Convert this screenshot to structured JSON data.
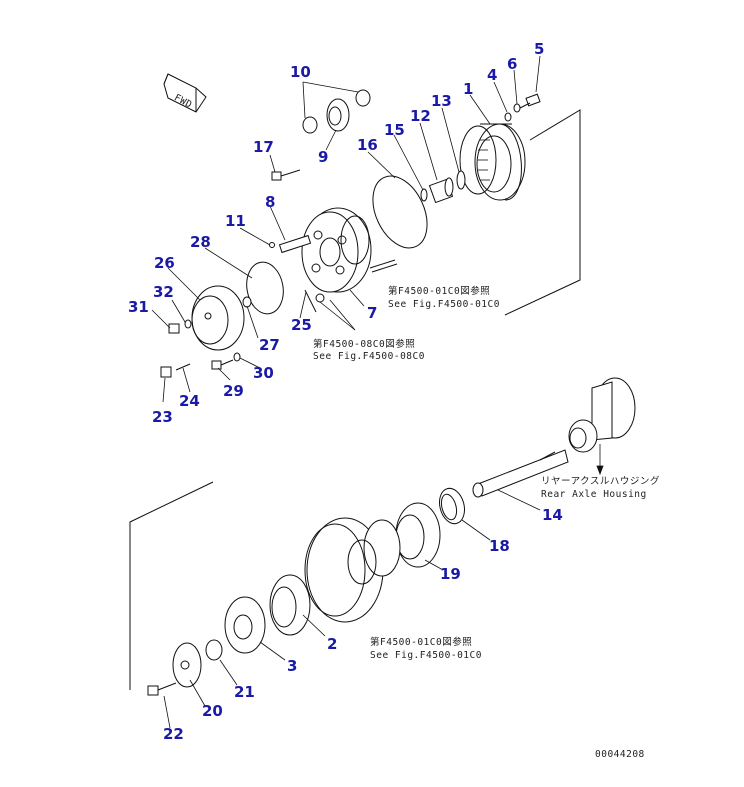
{
  "fwd_label": "FWD",
  "callouts": [
    {
      "id": "p1",
      "text": "1"
    },
    {
      "id": "p2",
      "text": "2"
    },
    {
      "id": "p3",
      "text": "3"
    },
    {
      "id": "p4",
      "text": "4"
    },
    {
      "id": "p5",
      "text": "5"
    },
    {
      "id": "p6",
      "text": "6"
    },
    {
      "id": "p7",
      "text": "7"
    },
    {
      "id": "p8",
      "text": "8"
    },
    {
      "id": "p9",
      "text": "9"
    },
    {
      "id": "p10",
      "text": "10"
    },
    {
      "id": "p11",
      "text": "11"
    },
    {
      "id": "p12",
      "text": "12"
    },
    {
      "id": "p13",
      "text": "13"
    },
    {
      "id": "p14",
      "text": "14"
    },
    {
      "id": "p15",
      "text": "15"
    },
    {
      "id": "p16",
      "text": "16"
    },
    {
      "id": "p17",
      "text": "17"
    },
    {
      "id": "p18",
      "text": "18"
    },
    {
      "id": "p19",
      "text": "19"
    },
    {
      "id": "p20",
      "text": "20"
    },
    {
      "id": "p21",
      "text": "21"
    },
    {
      "id": "p22",
      "text": "22"
    },
    {
      "id": "p23",
      "text": "23"
    },
    {
      "id": "p24",
      "text": "24"
    },
    {
      "id": "p25",
      "text": "25"
    },
    {
      "id": "p26",
      "text": "26"
    },
    {
      "id": "p27",
      "text": "27"
    },
    {
      "id": "p28",
      "text": "28"
    },
    {
      "id": "p29",
      "text": "29"
    },
    {
      "id": "p30",
      "text": "30"
    },
    {
      "id": "p31",
      "text": "31"
    },
    {
      "id": "p32",
      "text": "32"
    }
  ],
  "notes": {
    "ref_01c0_top_jp": "第F4500-01C0図参照",
    "ref_01c0_top_en": "See Fig.F4500-01C0",
    "ref_08c0_jp": "第F4500-08C0図参照",
    "ref_08c0_en": "See Fig.F4500-08C0",
    "housing_jp": "リヤーアクスルハウジング",
    "housing_en": "Rear Axle Housing",
    "ref_01c0_bottom_jp": "第F4500-01C0図参照",
    "ref_01c0_bottom_en": "See Fig.F4500-01C0",
    "drawing_number": "00044208"
  }
}
